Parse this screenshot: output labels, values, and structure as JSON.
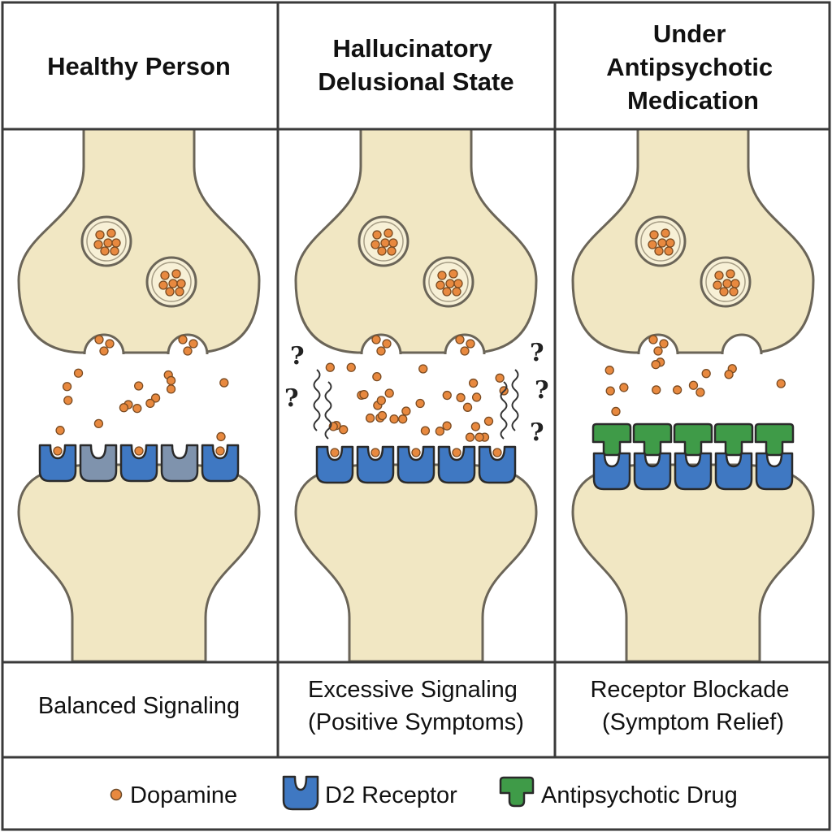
{
  "colors": {
    "cytoplasm": "#f1e7c3",
    "membrane": "#6b6558",
    "dopamine": "#e8893f",
    "receptor": "#3f78c2",
    "receptor_inactive": "#7f93ad",
    "drug": "#3f9b48",
    "grid": "#3a3a3a"
  },
  "panels": [
    {
      "id": "healthy",
      "title_lines": [
        "Healthy Person"
      ],
      "caption_lines": [
        "Balanced Signaling"
      ],
      "state": "balanced"
    },
    {
      "id": "hallucinatory",
      "title_lines": [
        "Hallucinatory",
        "Delusional State"
      ],
      "caption_lines": [
        "Excessive Signaling",
        "(Positive Symptoms)"
      ],
      "state": "excess",
      "symbol": "?"
    },
    {
      "id": "medicated",
      "title_lines": [
        "Under",
        "Antipsychotic",
        "Medication"
      ],
      "caption_lines": [
        "Receptor Blockade",
        "(Symptom Relief)"
      ],
      "state": "blocked"
    }
  ],
  "legend": [
    {
      "icon": "dopamine-dot-icon",
      "label": "Dopamine"
    },
    {
      "icon": "d2-receptor-icon",
      "label": "D2 Receptor"
    },
    {
      "icon": "antipsychotic-drug-icon",
      "label": "Antipsychotic Drug"
    }
  ]
}
